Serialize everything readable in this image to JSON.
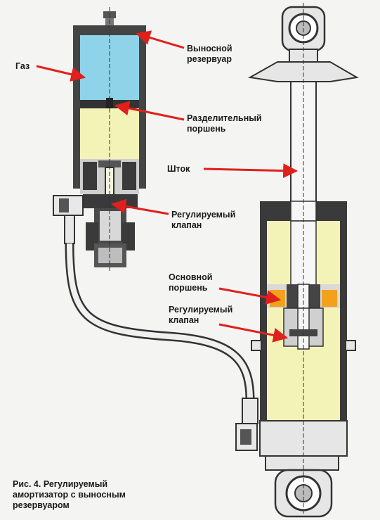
{
  "labels": {
    "gas": "Газ",
    "remote_reservoir": [
      "Выносной",
      "резервуар"
    ],
    "separator_piston": [
      "Разделительный",
      "поршень"
    ],
    "rod": "Шток",
    "adjustable_valve_top": [
      "Регулируемый",
      "клапан"
    ],
    "main_piston": [
      "Основной",
      "поршень"
    ],
    "adjustable_valve_bottom": [
      "Регулируемый",
      "клапан"
    ]
  },
  "caption": [
    "Рис. 4. Регулируемый",
    "амортизатор с выносным",
    "резервуаром"
  ],
  "colors": {
    "gas": "#8fd3e8",
    "oil": "#f3f3b8",
    "metal": "#3a3a3a",
    "metal_light": "#e6e6e6",
    "arrow": "#e0201c",
    "piston_accent": "#f2a21a"
  }
}
